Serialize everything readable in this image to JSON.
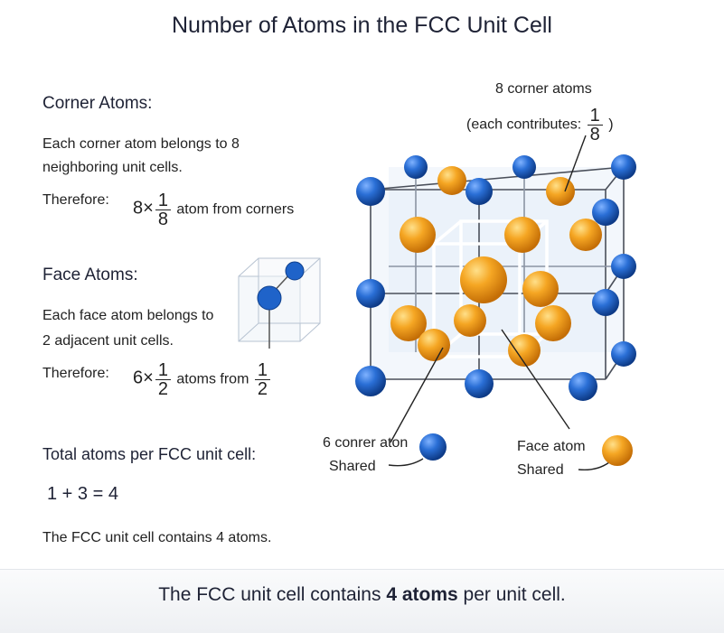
{
  "title": "Number of Atoms in the FCC Unit Cell",
  "corner": {
    "heading": "Corner Atoms:",
    "line1": "Each corner atom belongs to 8",
    "line2": "neighboring unit cells.",
    "therefore": "Therefore:",
    "factor": "8",
    "times": "×",
    "frac_num": "1",
    "frac_den": "8",
    "suffix": "atom from corners"
  },
  "face": {
    "heading": "Face Atoms:",
    "line1": "Each face atom belongs to",
    "line2": "2 adjacent unit cells.",
    "therefore": "Therefore:",
    "factor": "6",
    "times": "×",
    "frac_num": "1",
    "frac_den": "2",
    "suffix": "atoms from",
    "end_num": "1",
    "end_den": "2"
  },
  "total": {
    "heading": "Total atoms per FCC unit cell:",
    "equation": "1 + 3 = 4",
    "statement": "The FCC unit cell contains 4 atoms."
  },
  "callouts": {
    "top_line1": "8 corner atoms",
    "top_line2_prefix": "(each contributes:",
    "top_num": "1",
    "top_den": "8",
    "top_suffix": ")",
    "corner_line1": "6 conrer aton",
    "corner_line2": "Shared",
    "face_line1": "Face atom",
    "face_line2": "Shared"
  },
  "footer": {
    "prefix": "The FCC unit cell contains",
    "bold": "4 atoms",
    "suffix": "per unit cell."
  },
  "colors": {
    "corner_atom": "#1f63c9",
    "face_atom": "#f2a31c",
    "text": "#1e2235"
  },
  "icons": [
    "corner-atom-icon",
    "face-atom-icon",
    "unit-cell-cube-icon"
  ]
}
